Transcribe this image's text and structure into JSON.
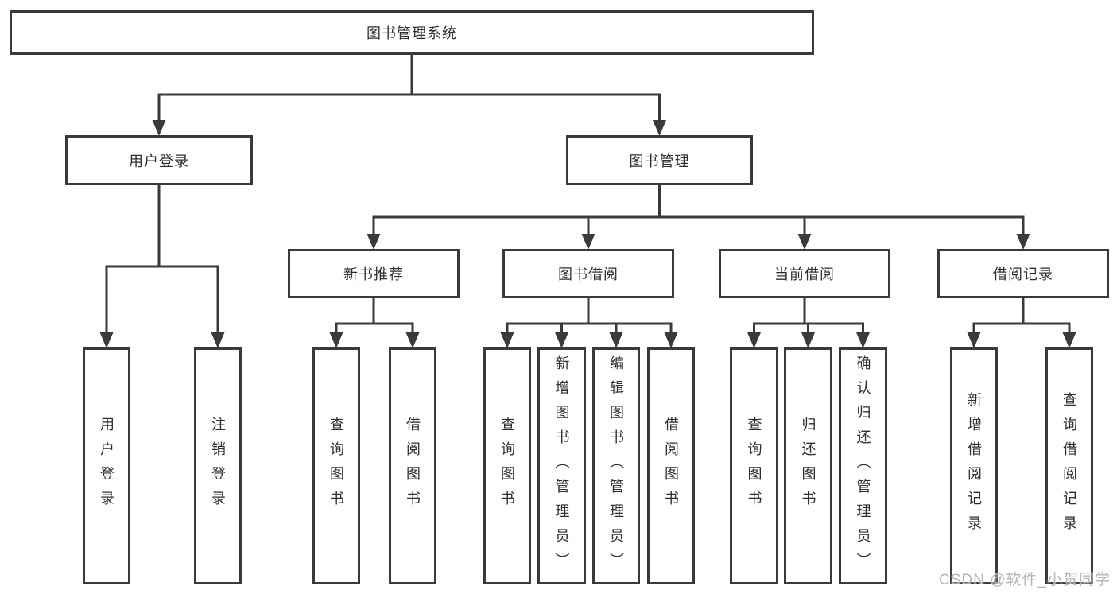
{
  "diagram": {
    "title": "图书管理系统",
    "watermark": "CSDN @软件_小贺同学",
    "colors": {
      "line": "#3a3a3a",
      "box_border": "#3a3a3a",
      "box_bg": "#ffffff",
      "text": "#2e2e2e",
      "watermark": "#b5b5b5"
    },
    "nodes": [
      {
        "id": "root",
        "label": "图书管理系统"
      },
      {
        "id": "user-login",
        "label": "用户登录"
      },
      {
        "id": "book-mgmt",
        "label": "图书管理"
      },
      {
        "id": "new-book-rec",
        "label": "新书推荐"
      },
      {
        "id": "book-borrow",
        "label": "图书借阅"
      },
      {
        "id": "current-borrow",
        "label": "当前借阅"
      },
      {
        "id": "borrow-record",
        "label": "借阅记录"
      },
      {
        "id": "leaf-ul-login",
        "label": "用户登录"
      },
      {
        "id": "leaf-ul-logout",
        "label": "注销登录"
      },
      {
        "id": "leaf-nr-query",
        "label": "查询图书"
      },
      {
        "id": "leaf-nr-borrow",
        "label": "借阅图书"
      },
      {
        "id": "leaf-bb-query",
        "label": "查询图书"
      },
      {
        "id": "leaf-bb-add",
        "label": "新增图书（管理员）"
      },
      {
        "id": "leaf-bb-edit",
        "label": "编辑图书（管理员）"
      },
      {
        "id": "leaf-bb-borrow",
        "label": "借阅图书"
      },
      {
        "id": "leaf-cb-query",
        "label": "查询图书"
      },
      {
        "id": "leaf-cb-return",
        "label": "归还图书"
      },
      {
        "id": "leaf-cb-confirm",
        "label": "确认归还（管理员）"
      },
      {
        "id": "leaf-br-add",
        "label": "新增借阅记录"
      },
      {
        "id": "leaf-br-query",
        "label": "查询借阅记录"
      }
    ],
    "edges": [
      [
        "root",
        "user-login"
      ],
      [
        "root",
        "book-mgmt"
      ],
      [
        "user-login",
        "leaf-ul-login"
      ],
      [
        "user-login",
        "leaf-ul-logout"
      ],
      [
        "book-mgmt",
        "new-book-rec"
      ],
      [
        "book-mgmt",
        "book-borrow"
      ],
      [
        "book-mgmt",
        "current-borrow"
      ],
      [
        "book-mgmt",
        "borrow-record"
      ],
      [
        "new-book-rec",
        "leaf-nr-query"
      ],
      [
        "new-book-rec",
        "leaf-nr-borrow"
      ],
      [
        "book-borrow",
        "leaf-bb-query"
      ],
      [
        "book-borrow",
        "leaf-bb-add"
      ],
      [
        "book-borrow",
        "leaf-bb-edit"
      ],
      [
        "book-borrow",
        "leaf-bb-borrow"
      ],
      [
        "current-borrow",
        "leaf-cb-query"
      ],
      [
        "current-borrow",
        "leaf-cb-return"
      ],
      [
        "current-borrow",
        "leaf-cb-confirm"
      ],
      [
        "borrow-record",
        "leaf-br-add"
      ],
      [
        "borrow-record",
        "leaf-br-query"
      ]
    ]
  }
}
